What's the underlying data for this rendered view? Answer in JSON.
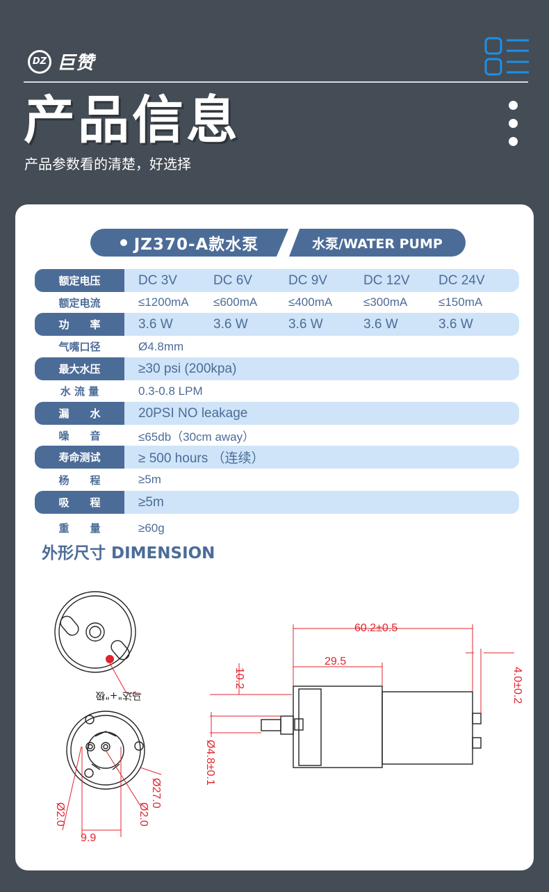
{
  "brand": {
    "logo_initials": "DZ",
    "name": "巨赞"
  },
  "header": {
    "title": "产品信息",
    "subtitle": "产品参数看的清楚，好选择"
  },
  "banner": {
    "model": "JZ370-A款水泵",
    "category": "水泵/WATER PUMP"
  },
  "specs": [
    {
      "label": "额定电压",
      "values": [
        "DC 3V",
        "DC 6V",
        "DC 9V",
        "DC 12V",
        "DC 24V"
      ],
      "shaded": true
    },
    {
      "label": "额定电流",
      "values": [
        "≤1200mA",
        "≤600mA",
        "≤400mA",
        "≤300mA",
        "≤150mA"
      ],
      "shaded": false
    },
    {
      "label": "功　　率",
      "values": [
        "3.6 W",
        "3.6 W",
        "3.6 W",
        "3.6 W",
        "3.6 W"
      ],
      "shaded": true
    },
    {
      "label": "气嘴口径",
      "values": [
        "Ø4.8mm"
      ],
      "shaded": false
    },
    {
      "label": "最大水压",
      "values": [
        "≥30 psi (200kpa)"
      ],
      "shaded": true
    },
    {
      "label": "水 流 量",
      "values": [
        "0.3-0.8 LPM"
      ],
      "shaded": false
    },
    {
      "label": "漏　　水",
      "values": [
        "20PSI NO leakage"
      ],
      "shaded": true
    },
    {
      "label": "噪　　音",
      "values": [
        "≤65db（30cm away）"
      ],
      "shaded": false
    },
    {
      "label": "寿命测试",
      "values": [
        "≥ 500 hours （连续）"
      ],
      "shaded": true
    },
    {
      "label": "杨　　程",
      "values": [
        "≥5m"
      ],
      "shaded": false
    },
    {
      "label": "吸　　程",
      "values": [
        "≥5m"
      ],
      "shaded": true
    },
    {
      "label": "重　　量",
      "values": [
        "≥60g"
      ],
      "shaded": false
    }
  ],
  "dimension": {
    "title": "外形尺寸 DIMENSION",
    "labels": {
      "length_total": "60.2±0.5",
      "length_body": "29.5",
      "terminal": "4.0±0.2",
      "nozzle_offset": "10.2",
      "nozzle_dia": "Ø4.8±0.1",
      "motor_dia": "Ø27.0",
      "hole_left": "Ø2.0",
      "hole_right": "Ø2.0",
      "hole_spacing": "9.9",
      "polarity_note": "马达\"+\"极"
    }
  }
}
